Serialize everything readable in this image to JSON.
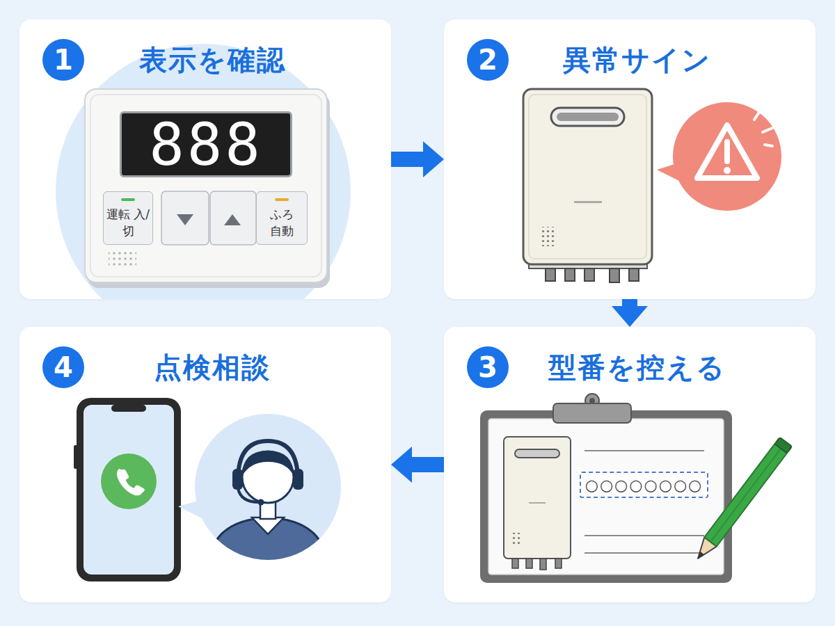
{
  "diagram": {
    "nodes": [
      {
        "text": [
          "1",
          "表示を確認"
        ]
      },
      {
        "text": [
          "888"
        ],
        "in": 0
      },
      {
        "text": [
          "運転 入/切"
        ],
        "in": 0
      },
      {
        "text": [
          "ふろ 自動"
        ],
        "in": 0
      },
      {
        "text": [
          "2",
          "異常サイン"
        ]
      },
      {
        "text": [
          "3",
          "型番を控える"
        ]
      },
      {
        "text": [
          "○○○○○○○○"
        ],
        "in": 5
      },
      {
        "text": [
          "4",
          "点検相談"
        ]
      }
    ],
    "edges": [
      {
        "from": 0,
        "to": 4,
        "arrow": "to"
      },
      {
        "from": 4,
        "to": 5,
        "arrow": "to"
      },
      {
        "from": 5,
        "to": 7,
        "arrow": "to"
      }
    ]
  }
}
